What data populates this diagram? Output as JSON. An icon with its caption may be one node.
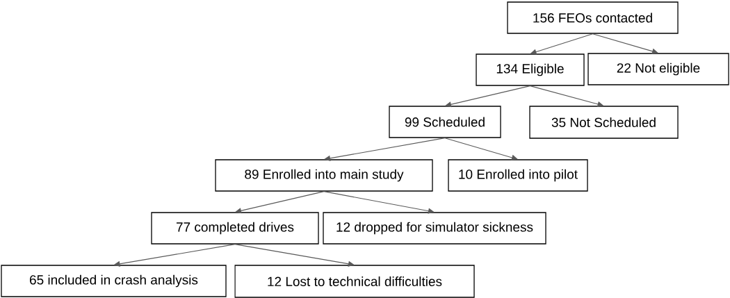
{
  "diagram": {
    "nodes": [
      {
        "text": [
          "156 FEOs contacted"
        ]
      },
      {
        "text": [
          "134 Eligible"
        ]
      },
      {
        "text": [
          "22 Not eligible"
        ]
      },
      {
        "text": [
          "99 Scheduled"
        ]
      },
      {
        "text": [
          "35 Not Scheduled"
        ]
      },
      {
        "text": [
          "89 Enrolled into main study"
        ]
      },
      {
        "text": [
          "10 Enrolled into pilot"
        ]
      },
      {
        "text": [
          "77 completed drives"
        ]
      },
      {
        "text": [
          "12 dropped for simulator sickness"
        ]
      },
      {
        "text": [
          "65 included in crash analysis"
        ]
      },
      {
        "text": [
          "12 Lost to technical difficulties"
        ]
      }
    ],
    "edges": [
      {
        "from": 0,
        "to": 1,
        "arrow": "to"
      },
      {
        "from": 0,
        "to": 2,
        "arrow": "to"
      },
      {
        "from": 1,
        "to": 3,
        "arrow": "to"
      },
      {
        "from": 1,
        "to": 4,
        "arrow": "to"
      },
      {
        "from": 3,
        "to": 5,
        "arrow": "to"
      },
      {
        "from": 3,
        "to": 6,
        "arrow": "to"
      },
      {
        "from": 5,
        "to": 7,
        "arrow": "to"
      },
      {
        "from": 5,
        "to": 8,
        "arrow": "to"
      },
      {
        "from": 7,
        "to": 9,
        "arrow": "to"
      },
      {
        "from": 7,
        "to": 10,
        "arrow": "to"
      }
    ]
  }
}
